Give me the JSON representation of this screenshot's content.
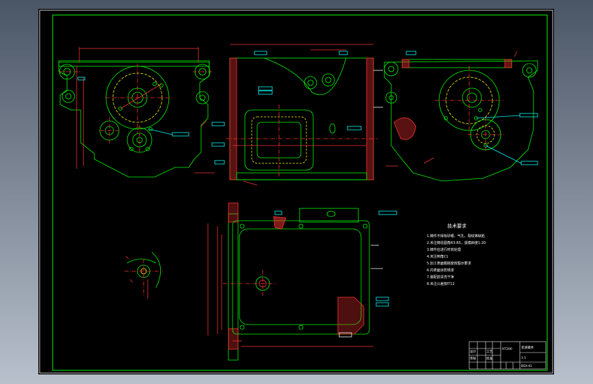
{
  "drawing": {
    "notes_title": "技术要求",
    "notes": [
      "1.铸件不得有砂眼、气孔、裂纹等缺陷",
      "2.未注铸造圆角R3-R5，拔模斜度1:20",
      "3.铸件应进行时效处理",
      "4.未注倒角C1",
      "5.加工表面粗糙度按图示要求",
      "6.内表面涂防锈漆",
      "7.装配前清洗干净",
      "8.未注公差按IT12"
    ],
    "title_block": {
      "part_name": "变速箱体",
      "scale": "1:1",
      "material": "HT200",
      "drawing_no": "BSX-01",
      "labels": [
        "设计",
        "审核",
        "工艺",
        "批准"
      ]
    },
    "colors": {
      "viewport_bg": "#000000",
      "outline": "#00ff00",
      "dimension": "#ff3333",
      "centerline": "#ff3333",
      "hidden": "#ffff00",
      "text": "#ffffff",
      "callout": "#00ffff",
      "hatch": "#ff3333"
    }
  }
}
